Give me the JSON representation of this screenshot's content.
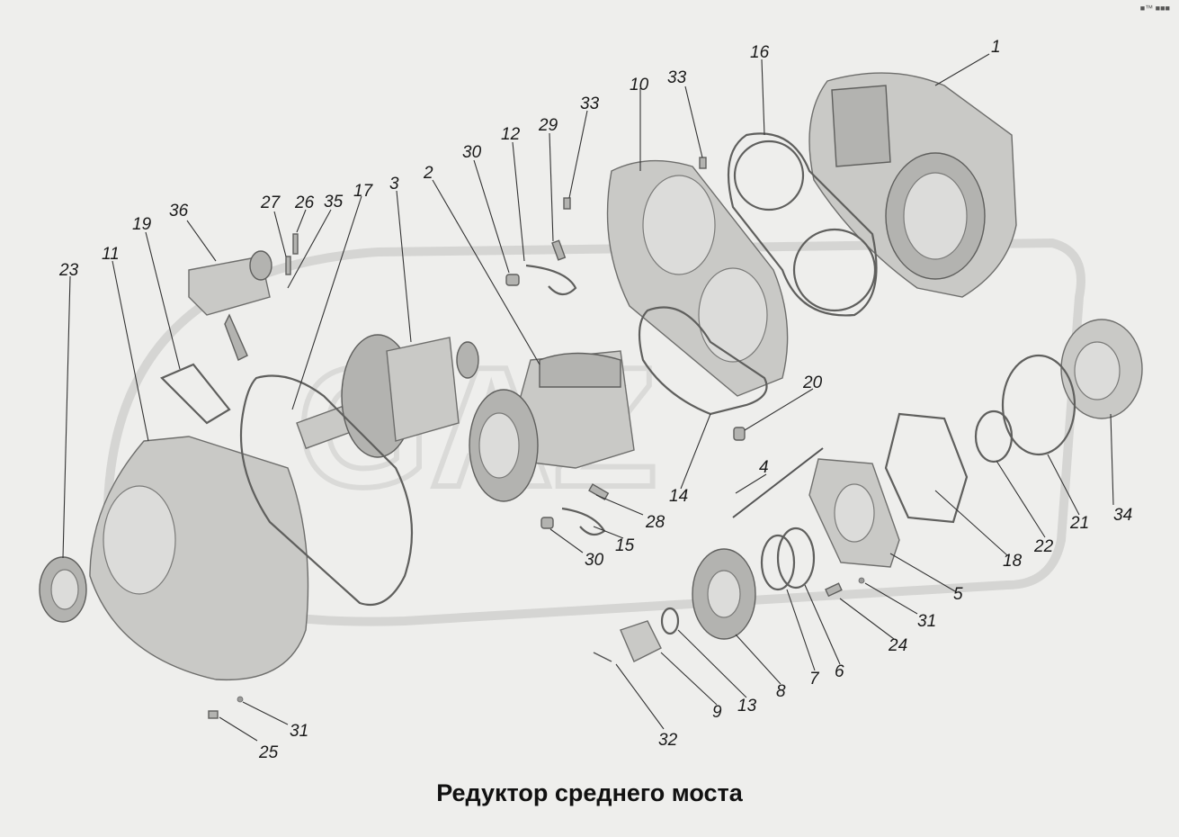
{
  "title": "Редуктор среднего моста",
  "corner_mark": "■™ ■■■",
  "watermark": "GAZ",
  "callouts": {
    "c1": "1",
    "c2": "2",
    "c3": "3",
    "c4": "4",
    "c5": "5",
    "c6": "6",
    "c7": "7",
    "c8": "8",
    "c9": "9",
    "c10": "10",
    "c11": "11",
    "c12": "12",
    "c13": "13",
    "c14": "14",
    "c15": "15",
    "c16": "16",
    "c17": "17",
    "c18": "18",
    "c19": "19",
    "c20": "20",
    "c21": "21",
    "c22": "22",
    "c23": "23",
    "c24": "24",
    "c25": "25",
    "c26": "26",
    "c27": "27",
    "c28": "28",
    "c29": "29",
    "c30a": "30",
    "c30b": "30",
    "c31a": "31",
    "c31b": "31",
    "c32": "32",
    "c33a": "33",
    "c33b": "33",
    "c34": "34",
    "c35": "35",
    "c36": "36"
  }
}
